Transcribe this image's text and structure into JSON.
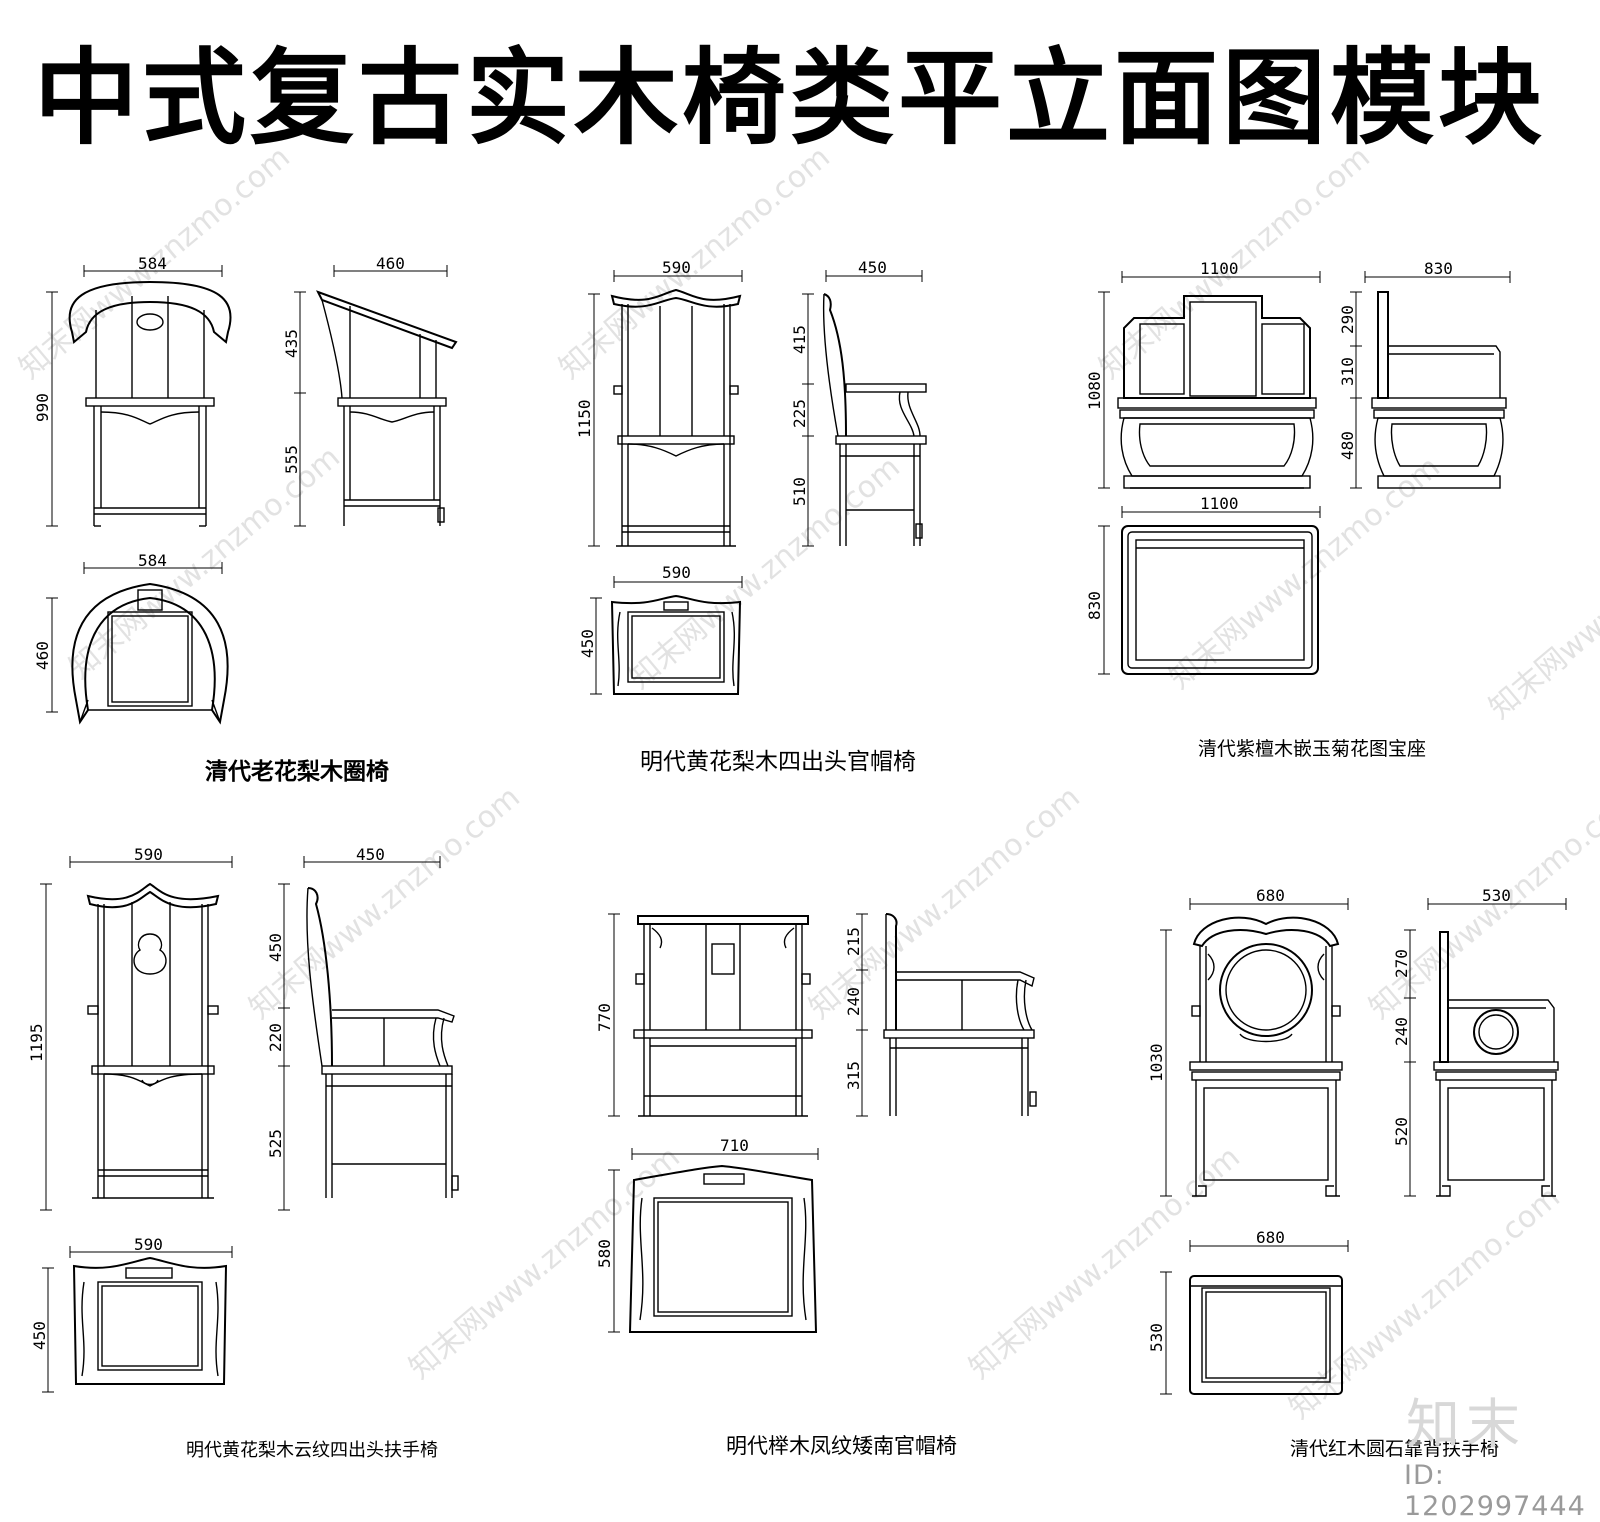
{
  "title": "中式复古实木椅类平立面图模块",
  "watermark": {
    "text": "知末网www.znzmo.com",
    "color": "#e2e2e2"
  },
  "logo": "知末",
  "image_id": "ID: 1202997444",
  "chairs": [
    {
      "name": "清代老花梨木圈椅",
      "dims": {
        "front_w": "584",
        "side_d": "460",
        "height": "990",
        "back": "435",
        "seat": "555",
        "plan_w": "584",
        "plan_d": "460"
      }
    },
    {
      "name": "明代黄花梨木四出头官帽椅",
      "dims": {
        "front_w": "590",
        "side_d": "450",
        "height": "1150",
        "back": "415",
        "arm": "225",
        "seat": "510",
        "plan_w": "590",
        "plan_d": "450"
      }
    },
    {
      "name": "清代紫檀木嵌玉菊花图宝座",
      "dims": {
        "front_w": "1100",
        "side_d": "830",
        "height": "1080",
        "back": "290",
        "arm": "310",
        "seat": "480",
        "plan_w": "1100",
        "plan_d": "830"
      }
    },
    {
      "name": "明代黄花梨木云纹四出头扶手椅",
      "dims": {
        "front_w": "590",
        "side_d": "450",
        "height": "1195",
        "back": "450",
        "arm": "220",
        "seat": "525",
        "plan_w": "590",
        "plan_d": "450"
      }
    },
    {
      "name": "明代榉木凤纹矮南官帽椅",
      "dims": {
        "height": "770",
        "back": "215",
        "arm": "240",
        "seat": "315",
        "plan_w": "710",
        "plan_d": "580"
      }
    },
    {
      "name": "清代红木圆石靠背扶手椅",
      "dims": {
        "front_w": "680",
        "side_d": "530",
        "height": "1030",
        "back": "270",
        "arm": "240",
        "seat": "520",
        "plan_w": "680",
        "plan_d": "530"
      }
    }
  ]
}
